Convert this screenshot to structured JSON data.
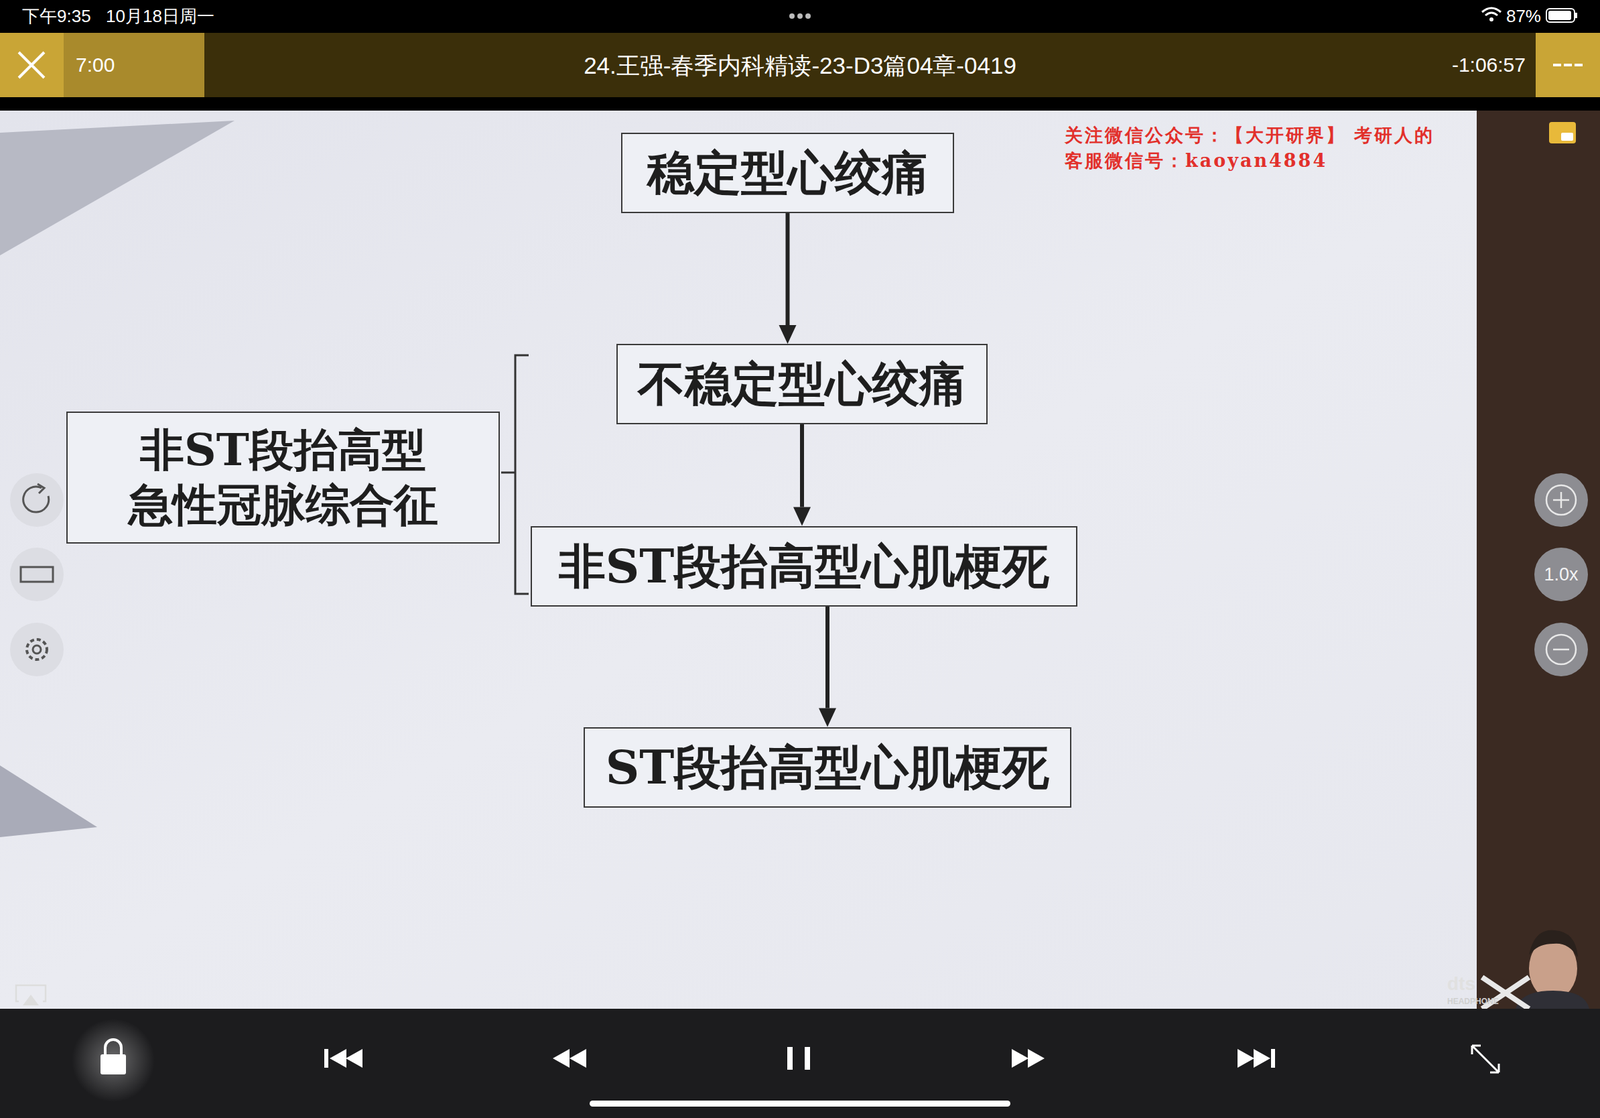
{
  "diagram": {
    "nodes": [
      {
        "text": [
          "稳定型心绞痛"
        ]
      },
      {
        "text": [
          "不稳定型心绞痛"
        ]
      },
      {
        "text": [
          "非ST段抬高型 急性冠脉综合征"
        ]
      },
      {
        "text": [
          "非ST段抬高型心肌梗死"
        ]
      },
      {
        "text": [
          "ST段抬高型心肌梗死"
        ]
      }
    ],
    "edges": [
      {
        "from": 0,
        "to": 1,
        "arrow": "to"
      },
      {
        "from": 1,
        "to": 3,
        "arrow": "to"
      },
      {
        "from": 3,
        "to": 4,
        "arrow": "to"
      }
    ],
    "labels": [
      "下午9:35",
      "10月18日周一",
      "87%",
      "7:00",
      "24.王强-春季内科精读-23-D3篇04章-0419",
      "-1:06:57",
      "关注微信公众号：【大开研界】 考研人的",
      "客服微信号：kaoyan4884",
      "1.0x",
      "dts",
      "HEADPHONE"
    ]
  }
}
